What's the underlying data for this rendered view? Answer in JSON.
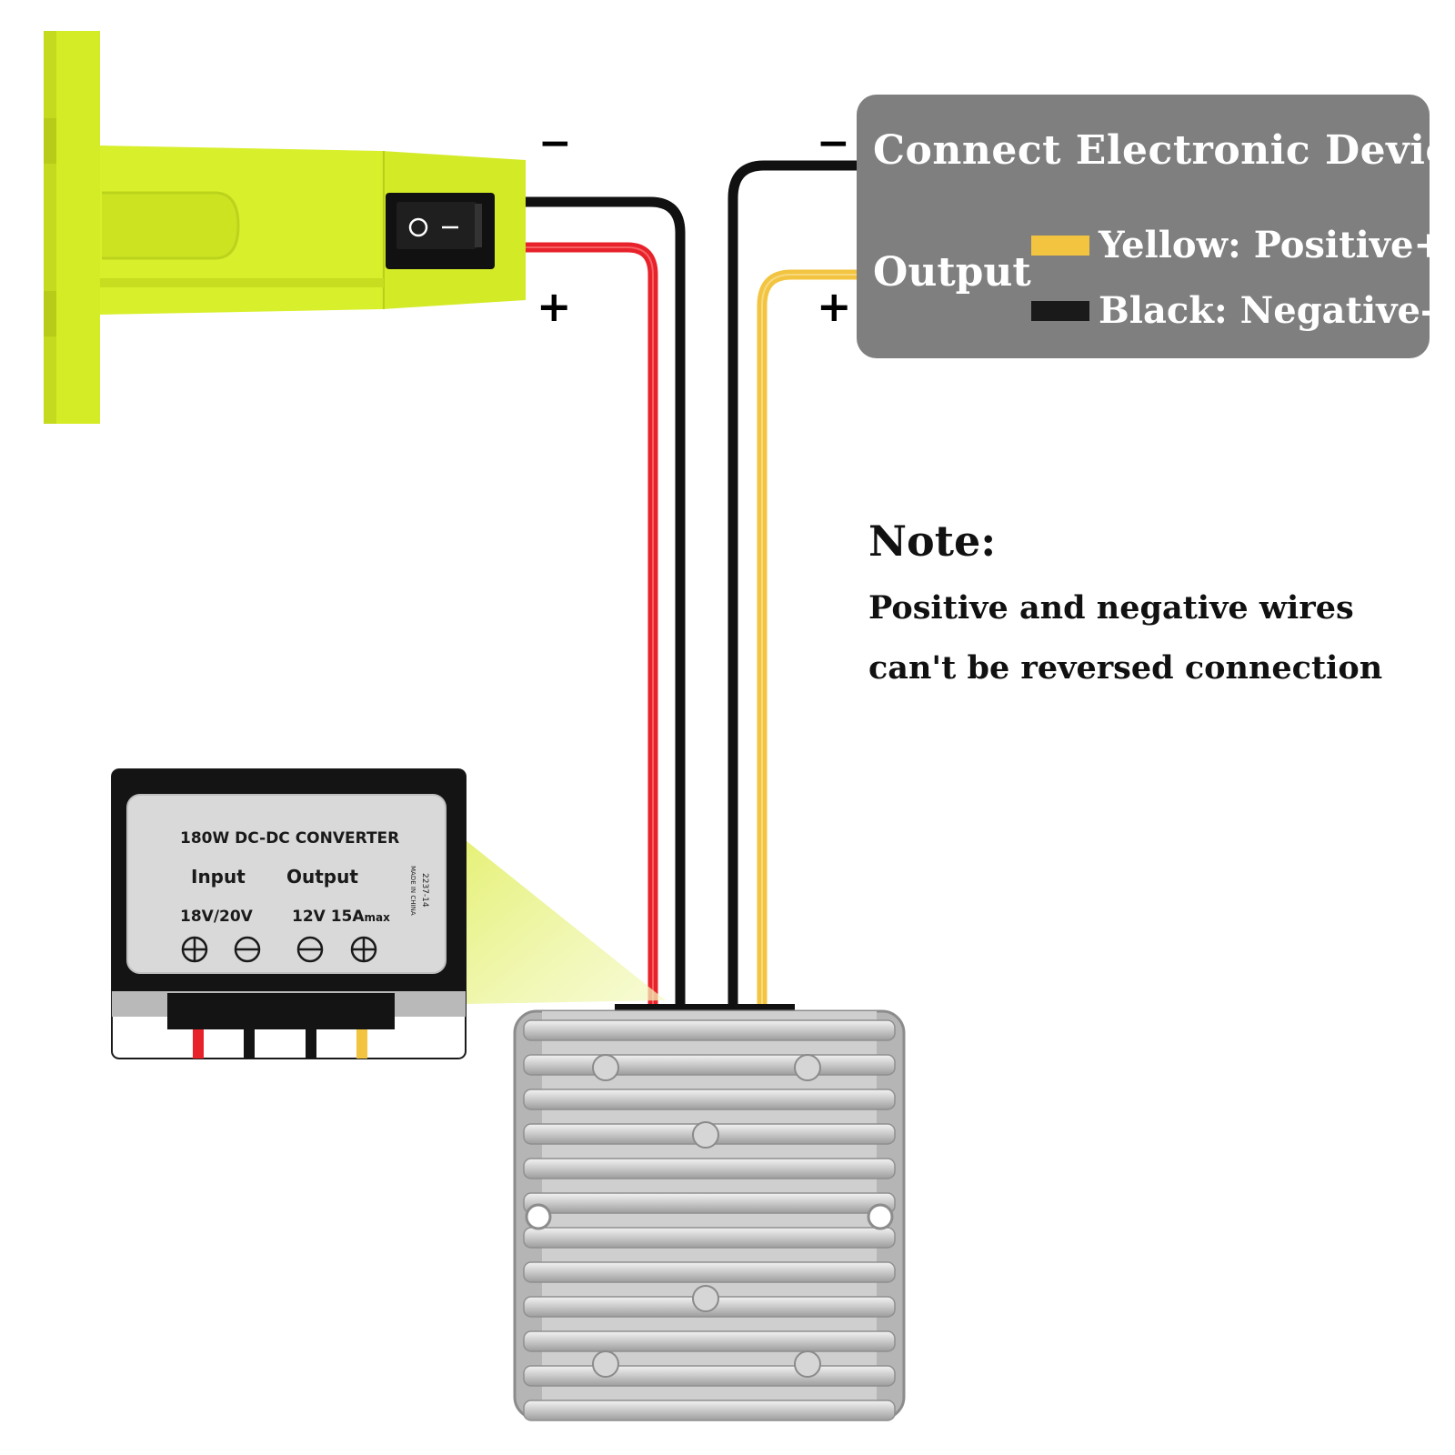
{
  "info_box": {
    "title": "Connect Electronic Device",
    "output_label": "Output",
    "legend": [
      {
        "label": "Yellow: Positive+",
        "color": "#f2c440"
      },
      {
        "label": "Black: Negative-",
        "color": "#1a1a1a"
      }
    ]
  },
  "polarity": {
    "battery_negative": "−",
    "battery_positive": "+",
    "device_negative": "−",
    "device_positive": "+"
  },
  "note": {
    "title": "Note:",
    "line1": "Positive and negative wires",
    "line2": "can't be reversed connection"
  },
  "converter_label": {
    "title": "180W DC-DC CONVERTER",
    "input_label": "Input",
    "output_label": "Output",
    "input_value": "18V/20V",
    "output_value": "12V 15A",
    "output_suffix": "max",
    "code": "2237-14",
    "made_in": "MADE IN CHINA"
  },
  "switch_marks": "O −",
  "colors": {
    "adapter": "#d8ef2b",
    "wire_red": "#e8222a",
    "wire_black": "#111111",
    "wire_yellow": "#f2c440",
    "box_gray": "#7f7f7f"
  }
}
